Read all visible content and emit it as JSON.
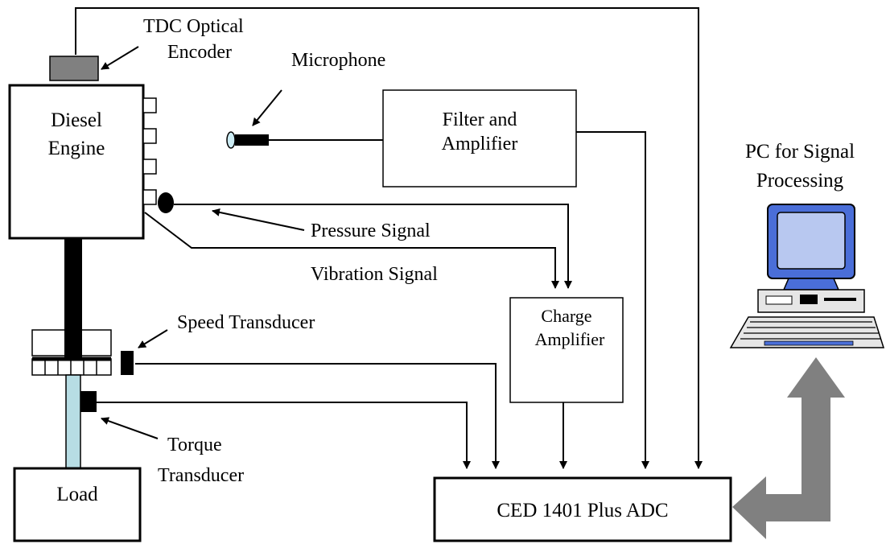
{
  "diagram": {
    "components": {
      "engine": [
        "Diesel",
        "Engine"
      ],
      "tdc": [
        "TDC Optical",
        "Encoder"
      ],
      "microphone": "Microphone",
      "filter": [
        "Filter and",
        "Amplifier"
      ],
      "charge": [
        "Charge",
        "Amplifier"
      ],
      "adc": "CED 1401 Plus ADC",
      "pc": [
        "PC for Signal",
        "Processing"
      ],
      "speed": "Speed Transducer",
      "torque": [
        "Torque",
        "Transducer"
      ],
      "load": "Load"
    },
    "signals": {
      "pressure": "Pressure Signal",
      "vibration": "Vibration Signal"
    },
    "colors": {
      "line": "#000000",
      "encoder": "#808080",
      "shaft_lower": "#b7dde4",
      "big_arrow": "#808080",
      "monitor_blue": "#4a6ed8",
      "screen": "#b8c8f0",
      "pc_body": "#e6e6e6"
    }
  }
}
